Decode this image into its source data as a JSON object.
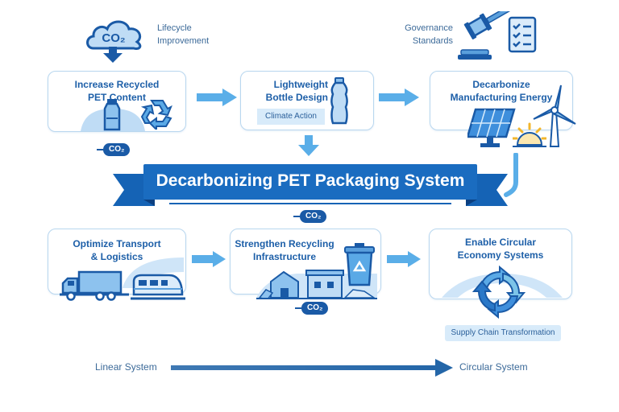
{
  "top_labels": {
    "lifecycle": [
      "Lifecycle",
      "Improvement"
    ],
    "governance": [
      "Governance",
      "Standards"
    ]
  },
  "cards": {
    "recycled_content": {
      "title": [
        "Increase Recycled",
        "PET Content"
      ]
    },
    "lightweight": {
      "title": [
        "Lightweight",
        "Bottle Design"
      ],
      "tag": "Climate Action"
    },
    "manufacturing": {
      "title": [
        "Decarbonize",
        "Manufacturing Energy"
      ]
    },
    "transport": {
      "title": [
        "Optimize Transport",
        "& Logistics"
      ]
    },
    "recycling_infra": {
      "title": [
        "Strengthen Recycling",
        "Infrastructure"
      ]
    },
    "circular": {
      "title": [
        "Enable Circular",
        "Economy Systems"
      ],
      "tag": "Supply Chain Transformation"
    }
  },
  "banner": {
    "title": "Decarbonizing PET Packaging System"
  },
  "co2_badge": "CO₂",
  "co2_cloud_label": "CO₂",
  "bottom_axis": {
    "start": "Linear System",
    "end": "Circular System"
  },
  "icons": [
    "co2-cloud-down-icon",
    "gavel-icon",
    "checklist-icon",
    "bottle-icon",
    "recycle-icon",
    "solar-panel-icon",
    "wind-turbine-icon",
    "sun-icon",
    "truck-icon",
    "train-icon",
    "recycling-bin-icon",
    "buildings-icon",
    "circular-arrows-icon"
  ],
  "colors": {
    "primary": "#1a5aa6",
    "arrow": "#5aaee8",
    "card_border": "#b9d7ef",
    "title": "#1d5fa8",
    "banner": "#1563b5"
  }
}
